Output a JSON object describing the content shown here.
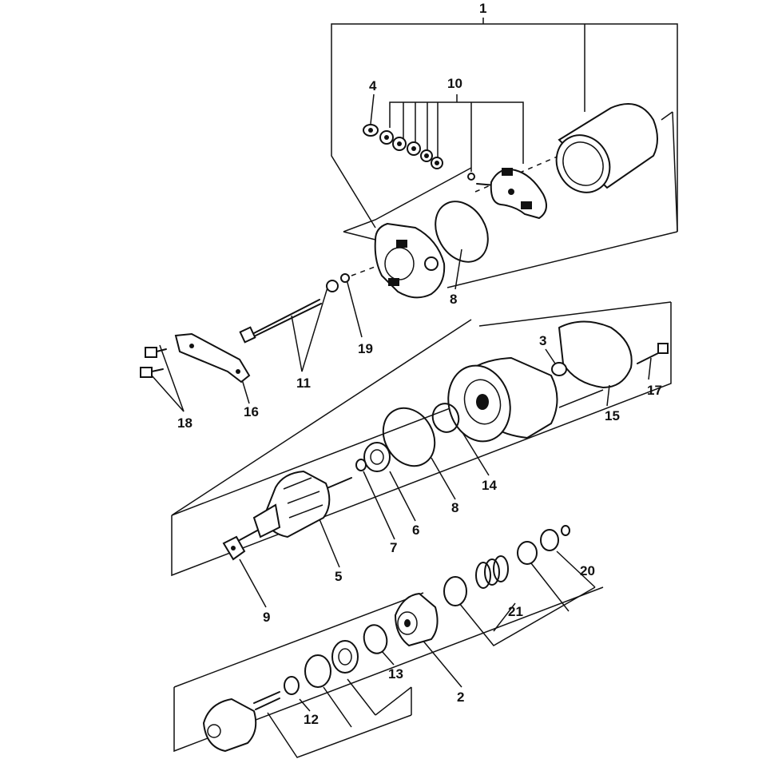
{
  "labels": {
    "l1": "1",
    "l2": "2",
    "l3": "3",
    "l4": "4",
    "l5": "5",
    "l6": "6",
    "l7": "7",
    "l8a": "8",
    "l8b": "8",
    "l9": "9",
    "l10": "10",
    "l11": "11",
    "l12": "12",
    "l13": "13",
    "l14": "14",
    "l15": "15",
    "l16": "16",
    "l17": "17",
    "l18": "18",
    "l19": "19",
    "l20": "20",
    "l21": "21"
  }
}
